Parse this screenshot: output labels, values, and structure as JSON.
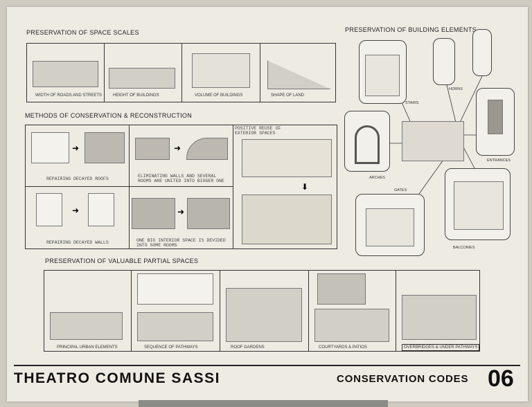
{
  "sections": {
    "space_scales": {
      "title": "PRESERVATION OF SPACE SCALES",
      "items": [
        "WIDTH OF ROADS AND STREETS",
        "HEIGHT OF BUILDINGS",
        "VOLUME OF BUILDINGS",
        "SHAPE OF LAND"
      ]
    },
    "methods": {
      "title": "METHODS OF CONSERVATION & RECONSTRUCTION",
      "items": [
        "REPAIRING DECAYED ROOFS",
        "ELIMINATING WALLS AND SEVERAL ROOMS ARE UNITED INTO BIGGER ONE",
        "POSITIVE REUSE OF EXTERIOR SPACES",
        "REPAIRING DECAYED WALLS",
        "ONE BIG INTERIOR SPACE IS DEVIDED INTO SOME ROOMS"
      ]
    },
    "partial_spaces": {
      "title": "PRESERVATION OF VALUABLE PARTIAL SPACES",
      "items": [
        "PRINCIPAL URBAN ELEMENTS",
        "SEQUENCE OF PATHWAYS",
        "ROOF GARDENS",
        "COURTYARDS & PATIOS",
        "OVERBRIDGES & UNDER PATHWAYS"
      ]
    },
    "building_elements": {
      "title": "PRESERVATION OF BUILDING ELEMENTS",
      "labels": {
        "stairs": "STAIRS",
        "horns": "HORNS",
        "entrances": "ENTRANCES",
        "arches": "ARCHES",
        "gates": "GATES",
        "balconies": "BALCONIES"
      }
    }
  },
  "footer": {
    "title": "THEATRO COMUNE SASSI",
    "subtitle": "CONSERVATION CODES",
    "number": "06"
  },
  "colors": {
    "board": "#eeebe3",
    "ink": "#222222",
    "sketch_fill": "#d2cfc7"
  }
}
